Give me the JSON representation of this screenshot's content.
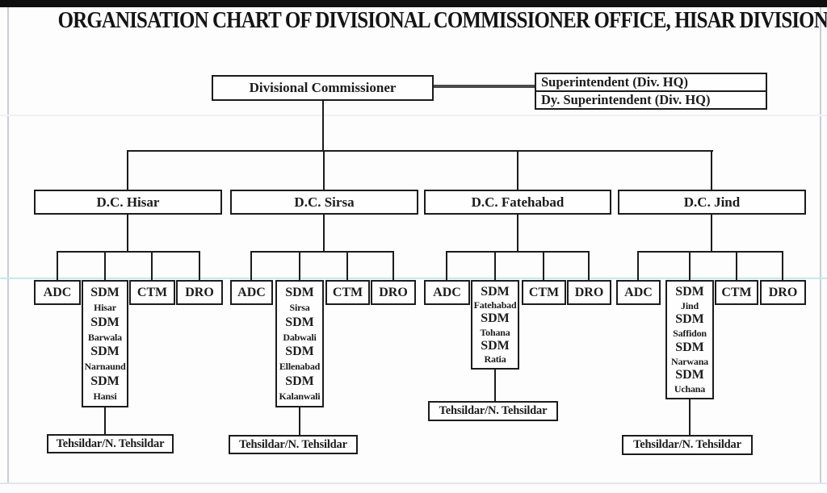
{
  "title": "ORGANISATION CHART OF DIVISIONAL COMMISSIONER OFFICE, HISAR DIVISION",
  "root": {
    "label": "Divisional Commissioner"
  },
  "staff": {
    "line1": "Superintendent (Div. HQ)",
    "line2": "Dy. Superintendent (Div. HQ)"
  },
  "branches": [
    {
      "dc_label": "D.C. Hisar",
      "adc_label": "ADC",
      "ctm_label": "CTM",
      "dro_label": "DRO",
      "sdm_lines": [
        "SDM",
        "Hisar",
        "SDM",
        "Barwala",
        "SDM",
        "Narnaund",
        "SDM",
        "Hansi"
      ],
      "tehsildar_label": "Tehsildar/N. Tehsildar"
    },
    {
      "dc_label": "D.C. Sirsa",
      "adc_label": "ADC",
      "ctm_label": "CTM",
      "dro_label": "DRO",
      "sdm_lines": [
        "SDM",
        "Sirsa",
        "SDM",
        "Dabwali",
        "SDM",
        "Ellenabad",
        "SDM",
        "Kalanwali"
      ],
      "tehsildar_label": "Tehsildar/N. Tehsildar"
    },
    {
      "dc_label": "D.C. Fatehabad",
      "adc_label": "ADC",
      "ctm_label": "CTM",
      "dro_label": "DRO",
      "sdm_lines": [
        "SDM",
        "Fatehabad",
        "SDM",
        "Tohana",
        "SDM",
        "Ratia"
      ],
      "tehsildar_label": "Tehsildar/N. Tehsildar"
    },
    {
      "dc_label": "D.C. Jind",
      "adc_label": "ADC",
      "ctm_label": "CTM",
      "dro_label": "DRO",
      "sdm_lines": [
        "SDM",
        "Jind",
        "SDM",
        "Saffidon",
        "SDM",
        "Narwana",
        "SDM",
        "Uchana"
      ],
      "tehsildar_label": "Tehsildar/N. Tehsildar"
    }
  ],
  "colors": {
    "line": "#1c1c1c",
    "root_staff_link": "#4a4a4a",
    "top_strip": "#0f0f0f",
    "page_edge": "#caccda",
    "accent_rule": "#c9e8ea",
    "bottom_rule": "#e3e4ee"
  }
}
